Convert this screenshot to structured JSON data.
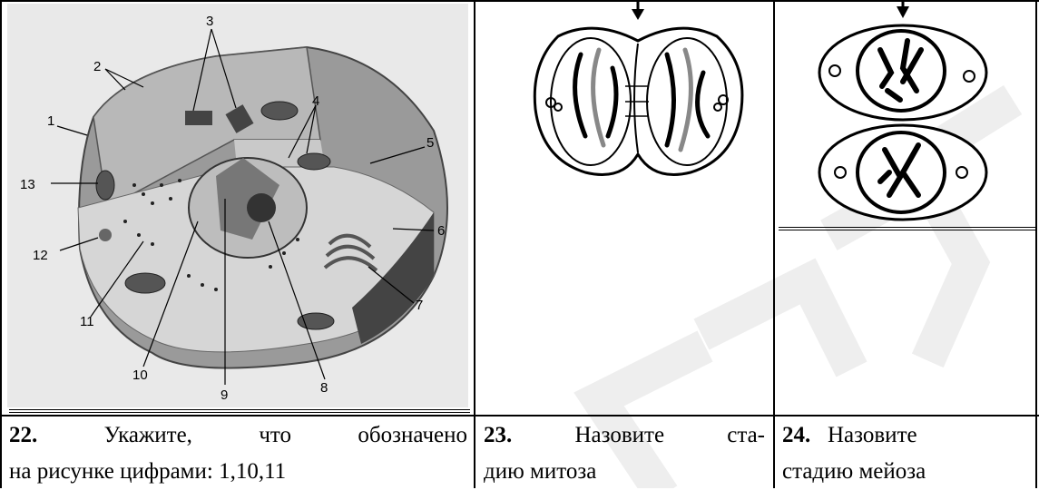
{
  "figure_cell": {
    "labels": [
      "1",
      "2",
      "3",
      "4",
      "5",
      "6",
      "7",
      "8",
      "9",
      "10",
      "11",
      "12",
      "13"
    ]
  },
  "questions": [
    {
      "number": "22.",
      "line1": "Укажите, что обозначено",
      "line2": "на рисунке цифрами: 1,10,11"
    },
    {
      "number": "23.",
      "line1": "Назовите ста-",
      "line2": "дию митоза"
    },
    {
      "number": "24.",
      "line1": "Назовите",
      "line2": "стадию мейоза"
    }
  ],
  "icons": {
    "arrow_mitosis": "down-arrow-icon",
    "arrow_meiosis": "down-arrow-icon"
  }
}
